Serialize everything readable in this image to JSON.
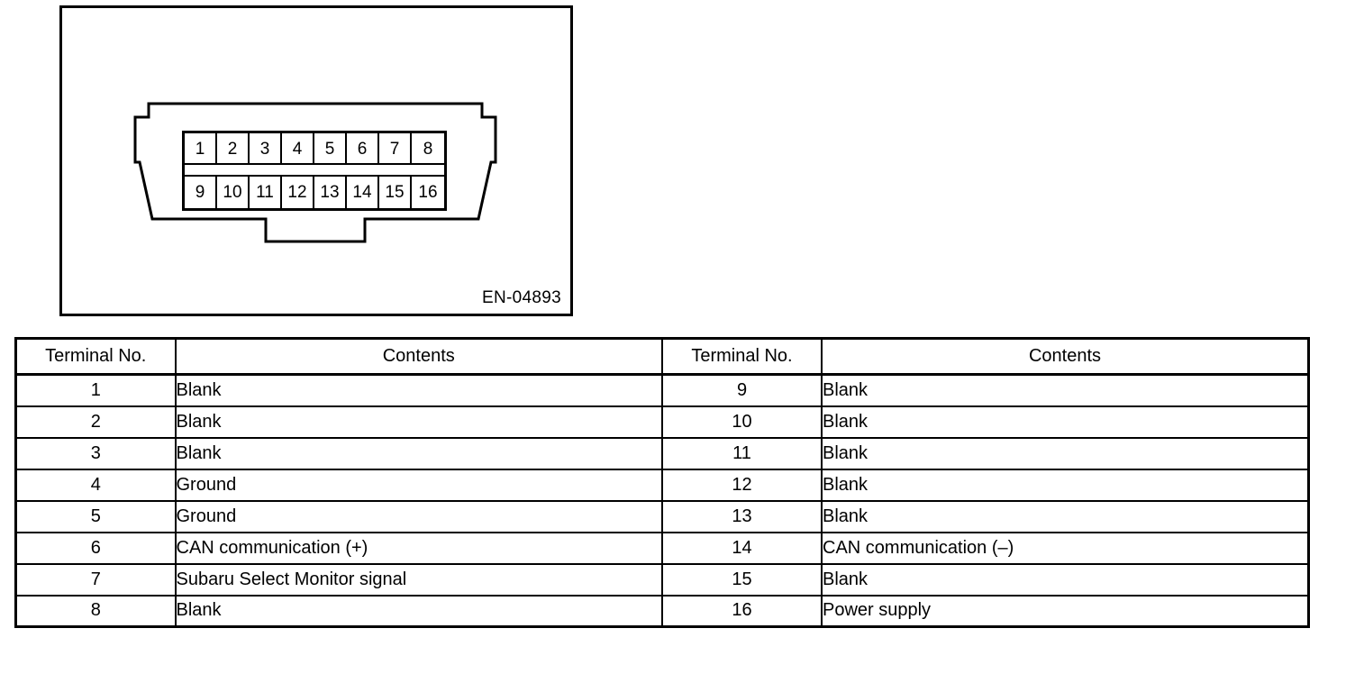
{
  "figure": {
    "code": "EN-04893",
    "connector_name": "data-link-connector",
    "pin_rows": [
      [
        "1",
        "2",
        "3",
        "4",
        "5",
        "6",
        "7",
        "8"
      ],
      [
        "9",
        "10",
        "11",
        "12",
        "13",
        "14",
        "15",
        "16"
      ]
    ]
  },
  "table": {
    "headers": {
      "terminal_no": "Terminal No.",
      "contents": "Contents"
    },
    "rows": [
      {
        "left_no": "1",
        "left_contents": "Blank",
        "right_no": "9",
        "right_contents": "Blank"
      },
      {
        "left_no": "2",
        "left_contents": "Blank",
        "right_no": "10",
        "right_contents": "Blank"
      },
      {
        "left_no": "3",
        "left_contents": "Blank",
        "right_no": "11",
        "right_contents": "Blank"
      },
      {
        "left_no": "4",
        "left_contents": "Ground",
        "right_no": "12",
        "right_contents": "Blank"
      },
      {
        "left_no": "5",
        "left_contents": "Ground",
        "right_no": "13",
        "right_contents": "Blank"
      },
      {
        "left_no": "6",
        "left_contents": "CAN communication (+)",
        "right_no": "14",
        "right_contents": "CAN communication (–)"
      },
      {
        "left_no": "7",
        "left_contents": "Subaru Select Monitor signal",
        "right_no": "15",
        "right_contents": "Blank"
      },
      {
        "left_no": "8",
        "left_contents": "Blank",
        "right_no": "16",
        "right_contents": "Power supply"
      }
    ]
  },
  "colors": {
    "ink": "#000000",
    "paper": "#ffffff"
  }
}
